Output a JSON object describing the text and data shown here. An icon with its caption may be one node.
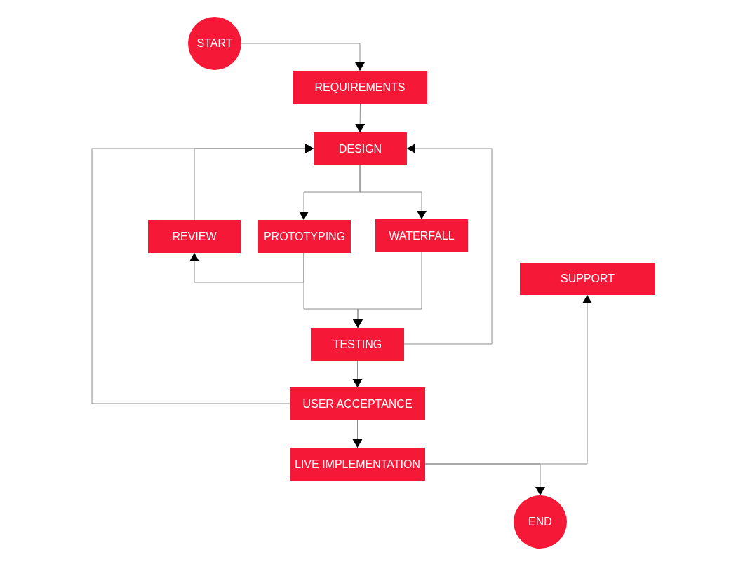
{
  "diagram": {
    "nodes": [
      {
        "text": [
          "START"
        ]
      },
      {
        "text": [
          "REQUIREMENTS"
        ]
      },
      {
        "text": [
          "DESIGN"
        ]
      },
      {
        "text": [
          "REVIEW"
        ]
      },
      {
        "text": [
          "PROTOTYPING"
        ]
      },
      {
        "text": [
          "WATERFALL"
        ]
      },
      {
        "text": [
          "SUPPORT"
        ]
      },
      {
        "text": [
          "TESTING"
        ]
      },
      {
        "text": [
          "USER ACCEPTANCE"
        ]
      },
      {
        "text": [
          "LIVE IMPLEMENTATION"
        ]
      },
      {
        "text": [
          "END"
        ]
      }
    ],
    "edges": [
      {
        "from": 0,
        "to": 1,
        "arrow": "to"
      },
      {
        "from": 1,
        "to": 2,
        "arrow": "to"
      },
      {
        "from": 2,
        "to": 4,
        "arrow": "to"
      },
      {
        "from": 2,
        "to": 5,
        "arrow": "to"
      },
      {
        "from": 4,
        "to": 3,
        "arrow": "to"
      },
      {
        "from": 3,
        "to": 2,
        "arrow": "to"
      },
      {
        "from": 4,
        "to": 7,
        "arrow": "to"
      },
      {
        "from": 5,
        "to": 7,
        "arrow": "to"
      },
      {
        "from": 7,
        "to": 2,
        "arrow": "to"
      },
      {
        "from": 7,
        "to": 8,
        "arrow": "to"
      },
      {
        "from": 8,
        "to": 2,
        "arrow": "to"
      },
      {
        "from": 8,
        "to": 9,
        "arrow": "to"
      },
      {
        "from": 9,
        "to": 6,
        "arrow": "to"
      },
      {
        "from": 9,
        "to": 10,
        "arrow": "to"
      }
    ]
  }
}
